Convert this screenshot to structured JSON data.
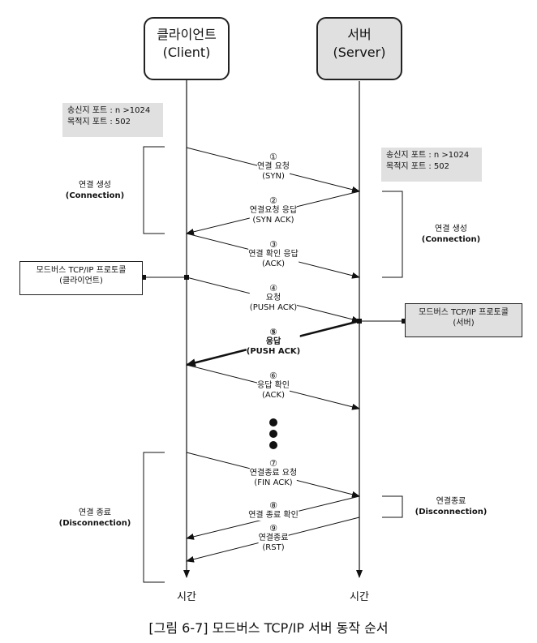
{
  "nodes": {
    "client": {
      "name": "클라이언트",
      "sub": "(Client)"
    },
    "server": {
      "name": "서버",
      "sub": "(Server)"
    }
  },
  "ports": {
    "client": {
      "line1": "송신지 포트 : n >1024",
      "line2": "목적지 포트 : 502"
    },
    "server": {
      "line1": "송신지 포트 : n >1024",
      "line2": "목적지 포트 : 502"
    }
  },
  "phases": {
    "client_conn": {
      "line1": "연결 생성",
      "line2": "(Connection)"
    },
    "server_conn": {
      "line1": "연결 생성",
      "line2": "(Connection)"
    },
    "client_disc": {
      "line1": "연결 종료",
      "line2": "(Disconnection)"
    },
    "server_disc": {
      "line1": "연결종료",
      "line2": "(Disconnection)"
    }
  },
  "protocol": {
    "client": {
      "line1": "모드버스 TCP/IP 프로토콜",
      "line2": "(클라이언트)"
    },
    "server": {
      "line1": "모드버스 TCP/IP 프로토콜",
      "line2": "(서버)"
    }
  },
  "messages": [
    {
      "num": "①",
      "label": "연결 요청",
      "sub": "(SYN)"
    },
    {
      "num": "②",
      "label": "연결요청 응답",
      "sub": "(SYN ACK)"
    },
    {
      "num": "③",
      "label": "연결 확인 응답",
      "sub": "(ACK)"
    },
    {
      "num": "④",
      "label": "요청",
      "sub": "(PUSH ACK)"
    },
    {
      "num": "⑤",
      "label": "응답",
      "sub": "(PUSH ACK)"
    },
    {
      "num": "⑥",
      "label": "응답 확인",
      "sub": "(ACK)"
    },
    {
      "num": "⑦",
      "label": "연결종료 요청",
      "sub": "(FIN ACK)"
    },
    {
      "num": "⑧",
      "label": "연결 종료 확인",
      "sub": ""
    },
    {
      "num": "⑨",
      "label": "연결종료",
      "sub": "(RST)"
    }
  ],
  "time": {
    "client": "시간",
    "server": "시간"
  },
  "caption": "[그림 6-7] 모드버스 TCP/IP 서버 동작 순서"
}
